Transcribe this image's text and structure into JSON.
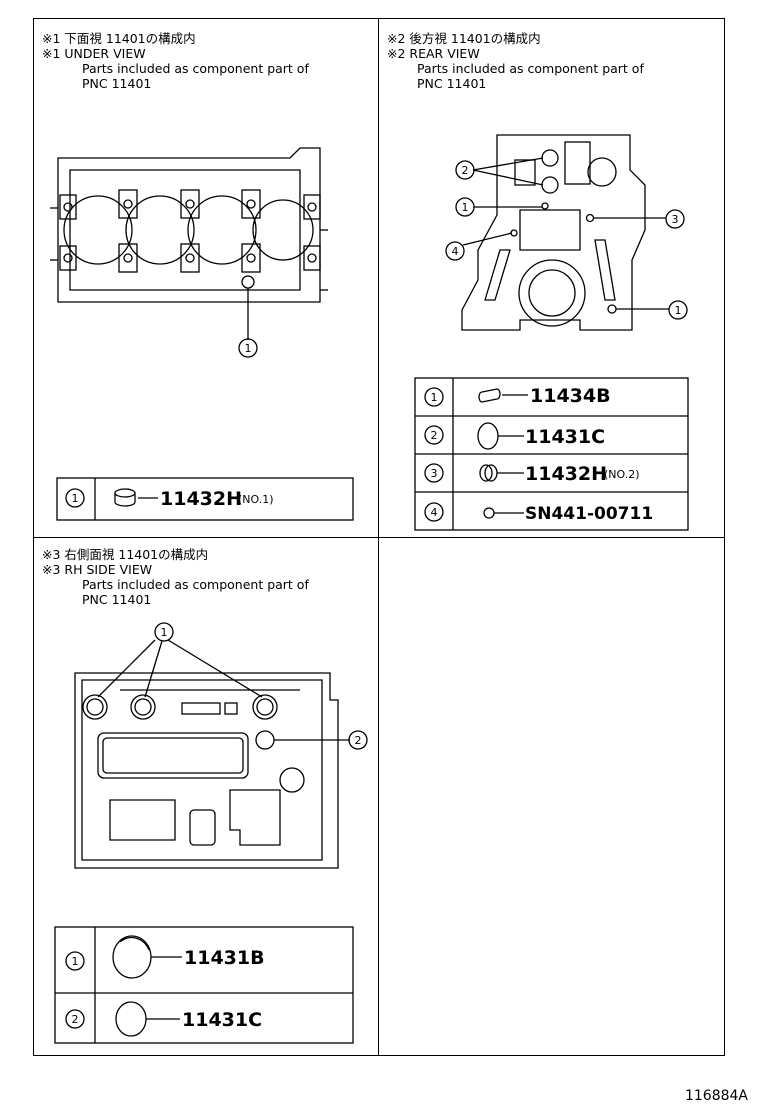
{
  "panels": [
    {
      "id": "under-view",
      "line1": "※1 下面視 11401の構成内",
      "line2": "※1 UNDER VIEW",
      "line3": "Parts included as component part of",
      "line4": "PNC 11401",
      "parts": [
        {
          "ref": "1",
          "part_no": "11432H",
          "note": "(NO.1)"
        }
      ]
    },
    {
      "id": "rear-view",
      "line1": "※2 後方視 11401の構成内",
      "line2": "※2 REAR VIEW",
      "line3": "Parts included as component part of",
      "line4": "PNC 11401",
      "parts": [
        {
          "ref": "1",
          "part_no": "11434B",
          "note": ""
        },
        {
          "ref": "2",
          "part_no": "11431C",
          "note": ""
        },
        {
          "ref": "3",
          "part_no": "11432H",
          "note": "(NO.2)"
        },
        {
          "ref": "4",
          "part_no": "SN441-00711",
          "note": ""
        }
      ]
    },
    {
      "id": "rh-side-view",
      "line1": "※3 右側面視 11401の構成内",
      "line2": "※3 RH SIDE VIEW",
      "line3": "Parts included as component part of",
      "line4": "PNC 11401",
      "parts": [
        {
          "ref": "1",
          "part_no": "11431B",
          "note": ""
        },
        {
          "ref": "2",
          "part_no": "11431C",
          "note": ""
        }
      ]
    }
  ],
  "callouts": {
    "under": [
      "1"
    ],
    "rear": [
      "2",
      "1",
      "4",
      "3",
      "1"
    ],
    "side": [
      "1",
      "2"
    ]
  },
  "diagram_code": "116884A"
}
